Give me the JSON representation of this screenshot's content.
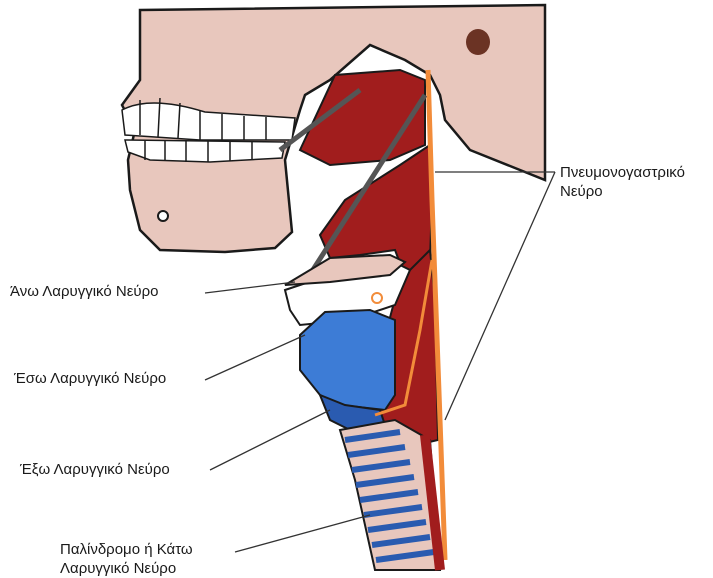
{
  "labels": {
    "vagus": "Πνευμονογαστρικό\nΝεύρο",
    "superior_laryngeal": "Άνω Λαρυγγικό Νεύρο",
    "internal_laryngeal": "Έσω Λαρυγγικό Νεύρο",
    "external_laryngeal": "Έξω Λαρυγγικό Νεύρο",
    "recurrent_laryngeal": "Παλίνδρομο ή Κάτω\nΛαρυγγικό Νεύρο"
  },
  "colors": {
    "skin": "#e8c7bd",
    "muscle": "#a11d1d",
    "cartilage_blue": "#3d7cd6",
    "trachea_stripe": "#2a5bb0",
    "nerve": "#f28c3a",
    "outline": "#1a1a1a",
    "tooth": "#ffffff",
    "ear_spot": "#6b3324"
  }
}
